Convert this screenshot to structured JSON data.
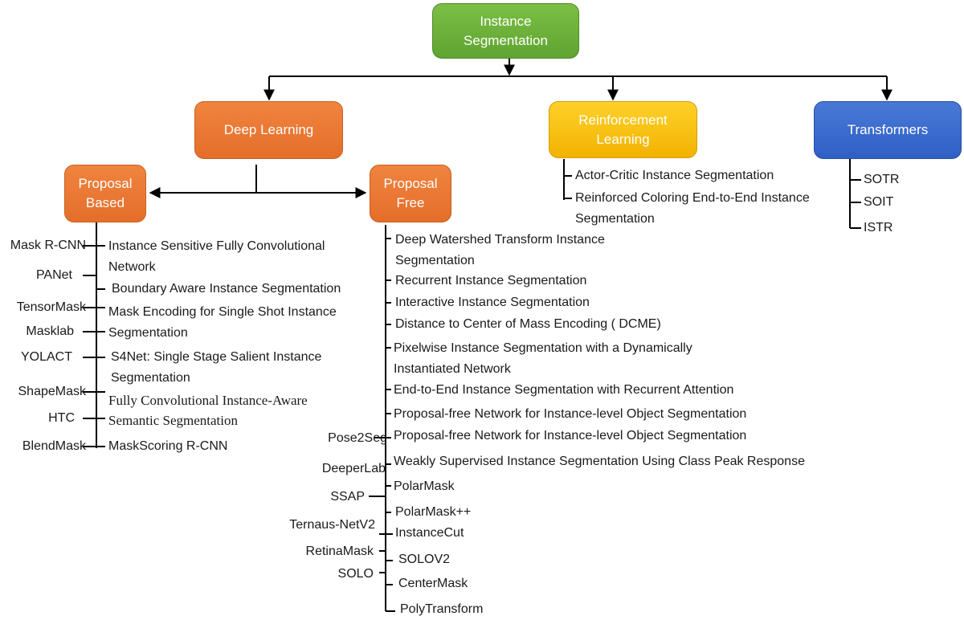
{
  "root": {
    "label": "Instance\nSegmentation",
    "color": "#6ab03a"
  },
  "branches": {
    "deep_learning": {
      "label": "Deep Learning",
      "color": "#ec7a35"
    },
    "reinforcement": {
      "label": "Reinforcement\nLearning",
      "color": "#fbc211"
    },
    "transformers": {
      "label": "Transformers",
      "color": "#3a68cc"
    }
  },
  "deep_learning_children": {
    "proposal_based": {
      "label": "Proposal\nBased"
    },
    "proposal_free": {
      "label": "Proposal\nFree"
    }
  },
  "reinforcement_items": [
    "Actor-Critic Instance Segmentation",
    "Reinforced Coloring End-to-End Instance\nSegmentation"
  ],
  "transformer_items": [
    "SOTR",
    "SOIT",
    "ISTR"
  ],
  "proposal_based_methods": [
    "Mask R-CNN",
    "PANet",
    "TensorMask",
    "Masklab",
    "YOLACT",
    "ShapeMask",
    "HTC",
    "BlendMask"
  ],
  "proposal_based_papers": [
    "Instance Sensitive Fully Convolutional\nNetwork",
    "Boundary Aware Instance Segmentation",
    "Mask Encoding for Single Shot Instance\nSegmentation",
    "S4Net: Single Stage Salient Instance\nSegmentation",
    "Fully Convolutional Instance-Aware\nSemantic Segmentation",
    "MaskScoring R-CNN"
  ],
  "proposal_free_methods": [
    "Pose2Seg",
    "DeeperLab",
    "SSAP",
    "Ternaus-NetV2",
    "RetinaMask",
    "SOLO"
  ],
  "proposal_free_papers": [
    "Deep Watershed Transform Instance\nSegmentation",
    "Recurrent Instance Segmentation",
    "Interactive Instance Segmentation",
    "Distance to Center of Mass Encoding ( DCME)",
    "Pixelwise Instance Segmentation with a Dynamically\nInstantiated Network",
    "End-to-End Instance Segmentation with Recurrent Attention",
    "Proposal-free Network for Instance-level Object Segmentation",
    "Proposal-free Network for Instance-level Object Segmentation",
    "Weakly Supervised Instance Segmentation Using Class Peak Response",
    "PolarMask",
    "PolarMask++",
    "InstanceCut",
    "SOLOV2",
    "CenterMask",
    "PolyTransform"
  ]
}
